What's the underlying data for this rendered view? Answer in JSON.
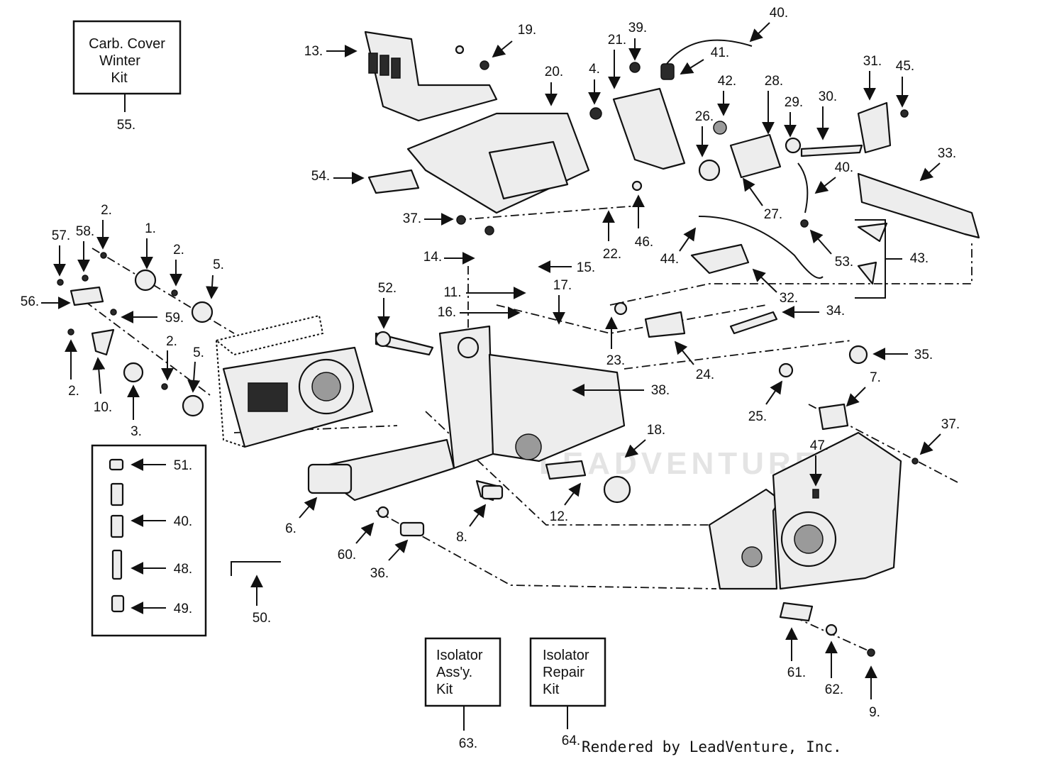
{
  "kit_boxes": {
    "carb_cover": {
      "line1": "Carb. Cover",
      "line2": "Winter",
      "line3": "Kit",
      "ref": "55."
    },
    "isolator_assy": {
      "line1": "Isolator",
      "line2": "Ass'y.",
      "line3": "Kit",
      "ref": "63."
    },
    "isolator_repair": {
      "line1": "Isolator",
      "line2": "Repair",
      "line3": "Kit",
      "ref": "64."
    }
  },
  "callouts": {
    "p1": "1.",
    "p2a": "2.",
    "p2b": "2.",
    "p2c": "2.",
    "p2d": "2.",
    "p3": "3.",
    "p4": "4.",
    "p5a": "5.",
    "p5b": "5.",
    "p6": "6.",
    "p7": "7.",
    "p8": "8.",
    "p9": "9.",
    "p10": "10.",
    "p11": "11.",
    "p12": "12.",
    "p13": "13.",
    "p14": "14.",
    "p15": "15.",
    "p16": "16.",
    "p17": "17.",
    "p18": "18.",
    "p19": "19.",
    "p20": "20.",
    "p21": "21.",
    "p22": "22.",
    "p23": "23.",
    "p24": "24.",
    "p25": "25.",
    "p26": "26.",
    "p27": "27.",
    "p28": "28.",
    "p29": "29.",
    "p30": "30.",
    "p31": "31.",
    "p32": "32.",
    "p33": "33.",
    "p34": "34.",
    "p35": "35.",
    "p36": "36.",
    "p37a": "37.",
    "p37b": "37.",
    "p38": "38.",
    "p39": "39.",
    "p40a": "40.",
    "p40b": "40.",
    "p40c": "40.",
    "p41": "41.",
    "p42": "42.",
    "p43": "43.",
    "p44": "44.",
    "p45": "45.",
    "p46": "46.",
    "p47": "47.",
    "p48": "48.",
    "p49": "49.",
    "p50": "50.",
    "p51": "51.",
    "p52": "52.",
    "p53": "53.",
    "p54": "54.",
    "p56": "56.",
    "p57": "57.",
    "p58": "58.",
    "p59": "59.",
    "p60": "60.",
    "p61": "61.",
    "p62": "62."
  },
  "watermark": "LEADVENTURE",
  "credit": "Rendered by LeadVenture, Inc."
}
